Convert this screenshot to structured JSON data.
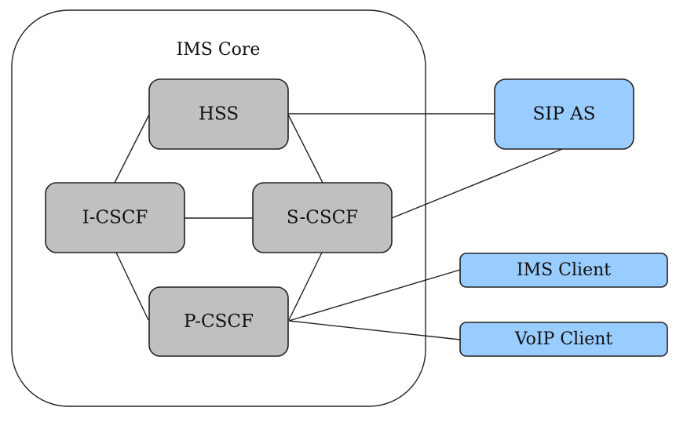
{
  "diagram": {
    "title": "IMS Core",
    "colors": {
      "core_node_fill": "#C0C0C0",
      "external_node_fill": "#99CCFF",
      "stroke": "#222222",
      "background": "#FFFFFF"
    },
    "container": {
      "id": "ims-core",
      "label": "IMS Core"
    },
    "nodes": [
      {
        "id": "hss",
        "label": "HSS",
        "group": "core"
      },
      {
        "id": "i-cscf",
        "label": "I-CSCF",
        "group": "core"
      },
      {
        "id": "s-cscf",
        "label": "S-CSCF",
        "group": "core"
      },
      {
        "id": "p-cscf",
        "label": "P-CSCF",
        "group": "core"
      },
      {
        "id": "sip-as",
        "label": "SIP AS",
        "group": "external"
      },
      {
        "id": "ims-client",
        "label": "IMS Client",
        "group": "external"
      },
      {
        "id": "voip-client",
        "label": "VoIP Client",
        "group": "external"
      }
    ],
    "edges": [
      {
        "from": "hss",
        "to": "i-cscf"
      },
      {
        "from": "hss",
        "to": "s-cscf"
      },
      {
        "from": "hss",
        "to": "sip-as"
      },
      {
        "from": "i-cscf",
        "to": "s-cscf"
      },
      {
        "from": "i-cscf",
        "to": "p-cscf"
      },
      {
        "from": "s-cscf",
        "to": "p-cscf"
      },
      {
        "from": "s-cscf",
        "to": "sip-as"
      },
      {
        "from": "p-cscf",
        "to": "ims-client"
      },
      {
        "from": "p-cscf",
        "to": "voip-client"
      }
    ]
  }
}
